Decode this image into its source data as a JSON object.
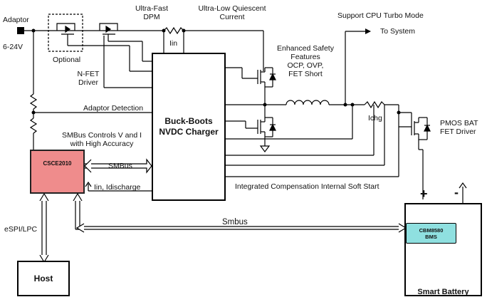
{
  "labels": {
    "adaptor": "Adaptor",
    "voltage": "6-24V",
    "optional": "Optional",
    "nfet_driver": [
      "N-FET",
      "Driver"
    ],
    "ultra_fast_dpm": [
      "Ultra-Fast",
      "DPM"
    ],
    "ultra_low_quiescent": [
      "Ultra-Low Quiescent",
      "Current"
    ],
    "iin": "Iin",
    "support_cpu_turbo": "Support CPU Turbo Mode",
    "to_system": "To System",
    "enhanced_safety": [
      "Enhanced Safety",
      "Features",
      "OCP, OVP,",
      "FET Short"
    ],
    "adaptor_detection": "Adaptor Detection",
    "ichg": "Ichg",
    "pmos_bat": [
      "PMOS BAT",
      "FET Driver"
    ],
    "smbus_controls": [
      "SMBus Controls V and I",
      "with High Accuracy"
    ],
    "smbus_short": "SMBus",
    "iin_idischarge": "Iin, Idischarge",
    "integrated_comp": "Integrated Compensation Internal Soft Start",
    "espi_lpc": "eSPI/LPC",
    "smbus_main": "Smbus",
    "plus": "+",
    "minus": "-"
  },
  "blocks": {
    "charger": [
      "Buck-Boots",
      "NVDC Charger"
    ],
    "csce": "CSCE2010",
    "host": "Host",
    "bms": [
      "CBM8580",
      "BMS"
    ],
    "smart_battery": "Smart Battery"
  },
  "colors": {
    "csce_fill": "#ef8c8c",
    "bms_fill": "#8fe0e0",
    "line": "#000000"
  }
}
